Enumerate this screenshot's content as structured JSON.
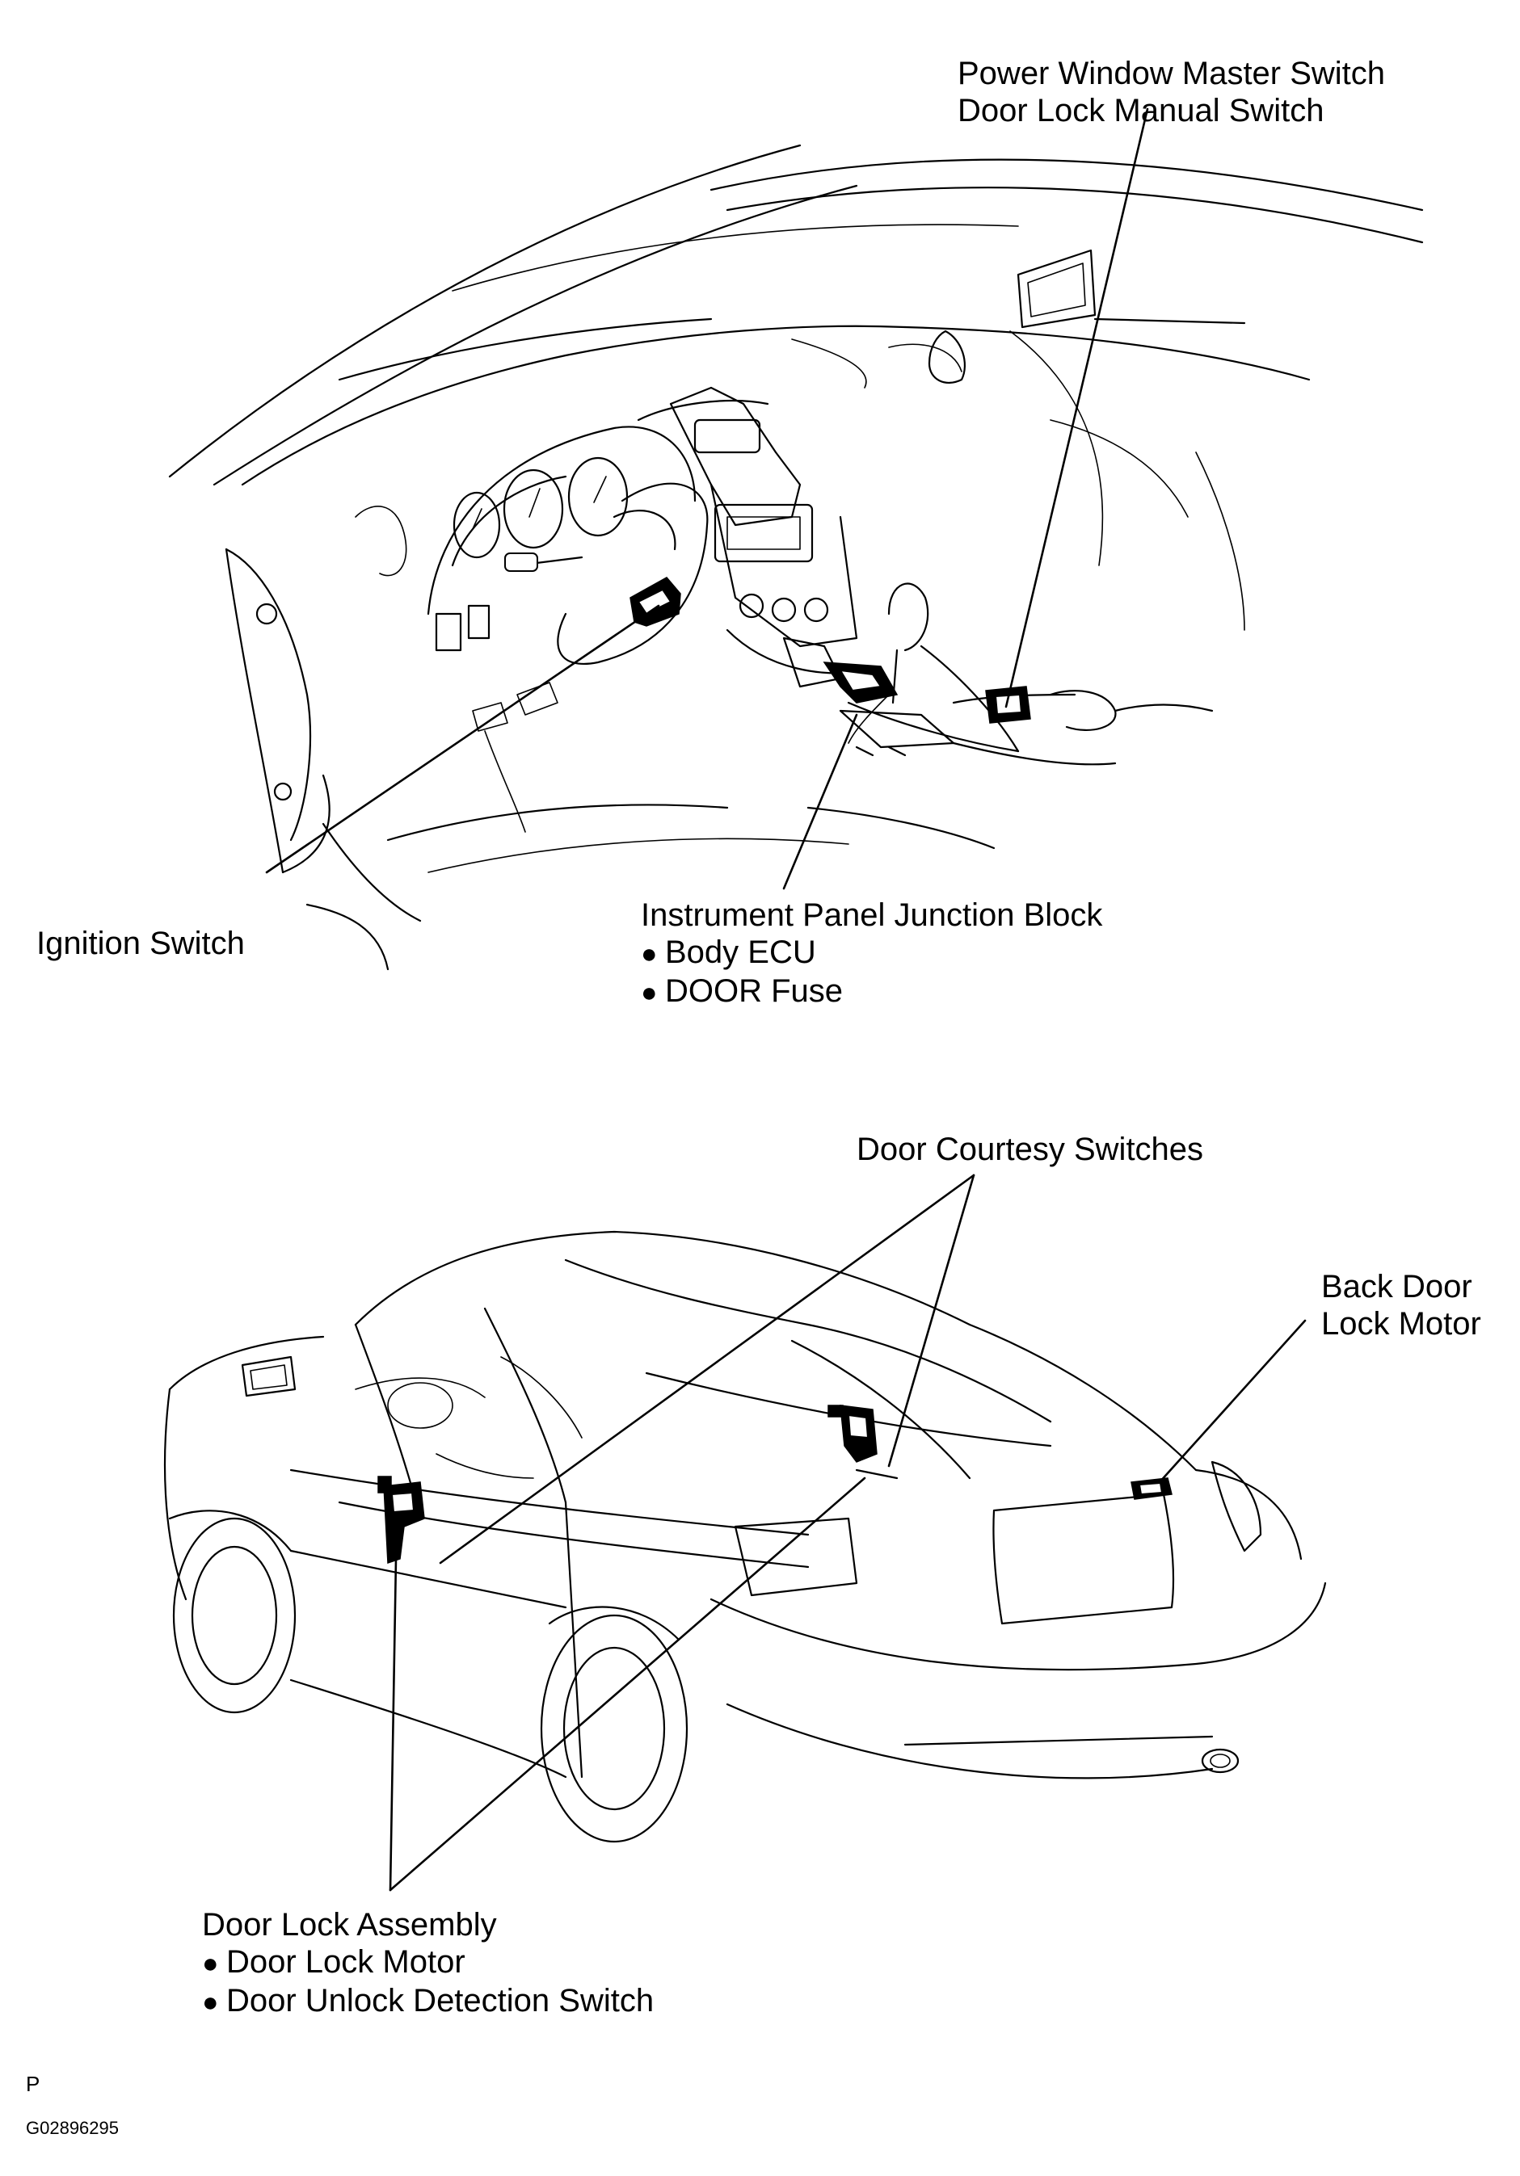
{
  "labels": {
    "power_window_master_switch": "Power Window Master Switch",
    "door_lock_manual_switch": "Door Lock Manual Switch",
    "ignition_switch": "Ignition Switch",
    "instrument_panel_junction_block": "Instrument Panel Junction Block",
    "body_ecu": "Body ECU",
    "door_fuse": "DOOR Fuse",
    "door_courtesy_switches": "Door Courtesy Switches",
    "back_door_lock_motor_line1": "Back Door",
    "back_door_lock_motor_line2": "Lock Motor",
    "door_lock_assembly": "Door Lock Assembly",
    "door_lock_motor": "Door Lock Motor",
    "door_unlock_detection_switch": "Door Unlock Detection Switch"
  },
  "footer": {
    "code_letter": "P",
    "figure_id": "G02896295"
  }
}
